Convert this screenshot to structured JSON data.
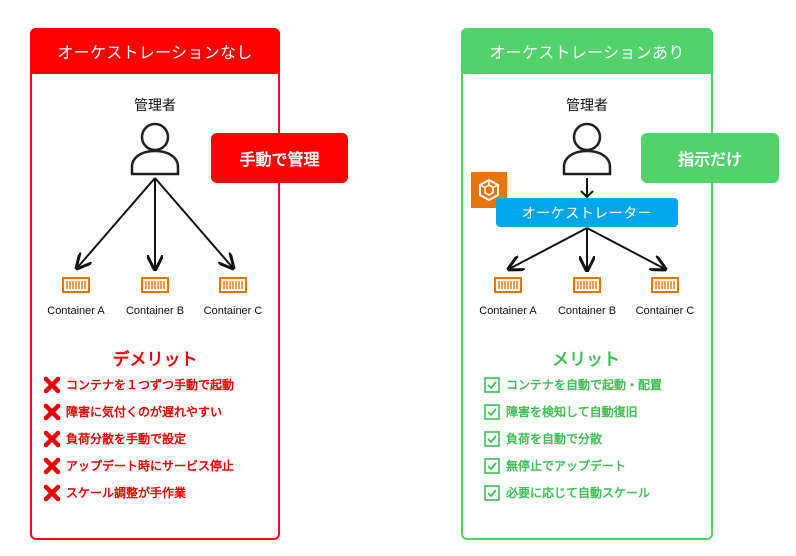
{
  "left": {
    "header": "オーケストレーションなし",
    "admin_label": "管理者",
    "badge": "手動で管理",
    "containers": [
      "Container A",
      "Container B",
      "Container C"
    ],
    "section_title": "デメリット",
    "items": [
      "コンテナを１つずつ手動で起動",
      "障害に気付くのが遅れやすい",
      "負荷分散を手動で設定",
      "アップデート時にサービス停止",
      "スケール調整が手作業"
    ],
    "color": "#ff0000"
  },
  "right": {
    "header": "オーケストレーションあり",
    "admin_label": "管理者",
    "badge": "指示だけ",
    "orchestrator": "オーケストレーター",
    "containers": [
      "Container A",
      "Container B",
      "Container C"
    ],
    "section_title": "メリット",
    "items": [
      "コンテナを自動で起動・配置",
      "障害を検知して自動復旧",
      "負荷を自動で分散",
      "無停止でアップデート",
      "必要に応じて自動スケール"
    ],
    "color": "#52d26a"
  }
}
